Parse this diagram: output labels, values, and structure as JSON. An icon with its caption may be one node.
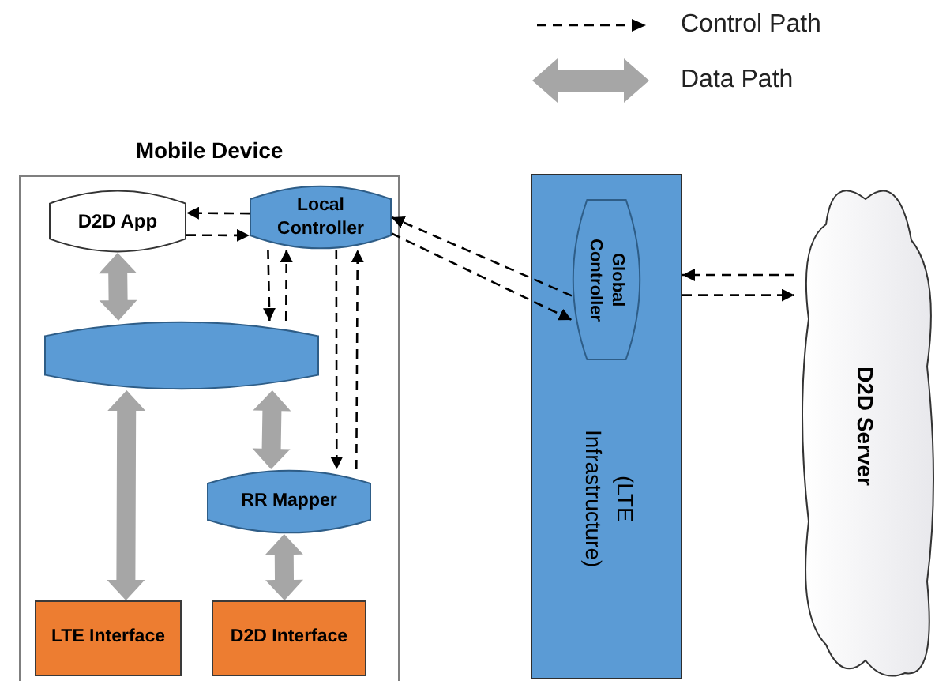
{
  "diagram": {
    "nodes": [
      {
        "text": [
          "Mobile Device"
        ]
      },
      {
        "text": [
          "D2D App"
        ],
        "in": 0
      },
      {
        "text": [
          "Local Controller"
        ],
        "in": 0
      },
      {
        "text": [],
        "shape": "cylinder",
        "in": 0
      },
      {
        "text": [
          "RR Mapper"
        ],
        "in": 0
      },
      {
        "text": [
          "LTE Interface"
        ],
        "in": 0
      },
      {
        "text": [
          "D2D Interface"
        ],
        "in": 0
      },
      {
        "text": [
          "(LTE Infrastructure)"
        ]
      },
      {
        "text": [
          "Global Controller"
        ],
        "in": 7
      },
      {
        "text": [
          "D2D Server"
        ]
      }
    ],
    "edges": [
      {
        "from": 2,
        "to": 1,
        "arrow": "to",
        "style": "dashed"
      },
      {
        "from": 1,
        "to": 2,
        "arrow": "to",
        "style": "dashed"
      },
      {
        "from": 2,
        "to": 3,
        "arrow": "to",
        "style": "dashed"
      },
      {
        "from": 3,
        "to": 2,
        "arrow": "to",
        "style": "dashed"
      },
      {
        "from": 2,
        "to": 4,
        "arrow": "to",
        "style": "dashed"
      },
      {
        "from": 4,
        "to": 2,
        "arrow": "to",
        "style": "dashed"
      },
      {
        "from": 8,
        "to": 2,
        "arrow": "to",
        "style": "dashed"
      },
      {
        "from": 2,
        "to": 8,
        "arrow": "to",
        "style": "dashed"
      },
      {
        "from": 9,
        "to": 7,
        "arrow": "to",
        "style": "dashed"
      },
      {
        "from": 7,
        "to": 9,
        "arrow": "to",
        "style": "dashed"
      },
      {
        "from": 1,
        "to": 3,
        "arrow": "both",
        "style": "thick",
        "color": "#a6a6a6"
      },
      {
        "from": 3,
        "to": 5,
        "arrow": "both",
        "style": "thick",
        "color": "#a6a6a6"
      },
      {
        "from": 3,
        "to": 4,
        "arrow": "both",
        "style": "thick",
        "color": "#a6a6a6"
      },
      {
        "from": 4,
        "to": 6,
        "arrow": "both",
        "style": "thick",
        "color": "#a6a6a6"
      }
    ],
    "legend": [
      {
        "text": "Control Path"
      },
      {
        "text": "Data Path"
      }
    ]
  }
}
